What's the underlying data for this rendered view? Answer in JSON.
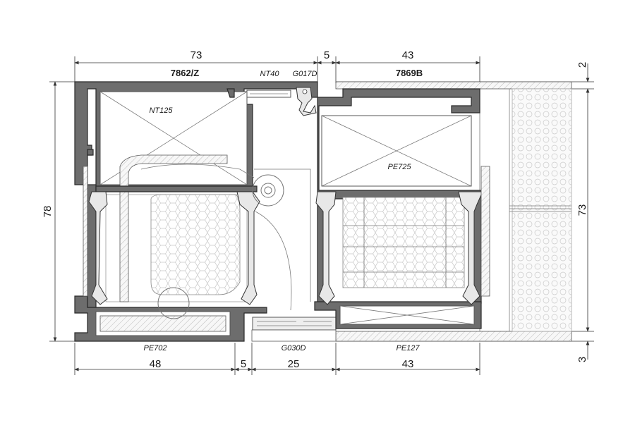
{
  "dimensions": {
    "top_left": "73",
    "top_mid": "5",
    "top_right": "43",
    "bottom_1": "48",
    "bottom_2": "5",
    "bottom_3": "25",
    "bottom_4": "43",
    "left_height": "78",
    "right_top": "2",
    "right_height": "73",
    "right_bottom": "3"
  },
  "codes": {
    "frame_left": "7862/Z",
    "frame_right": "7869B",
    "nt40": "NT40",
    "g017d": "G017D",
    "nt125": "NT125",
    "pe725": "PE725",
    "pe702": "PE702",
    "g030d": "G030D",
    "pe127": "PE127"
  }
}
